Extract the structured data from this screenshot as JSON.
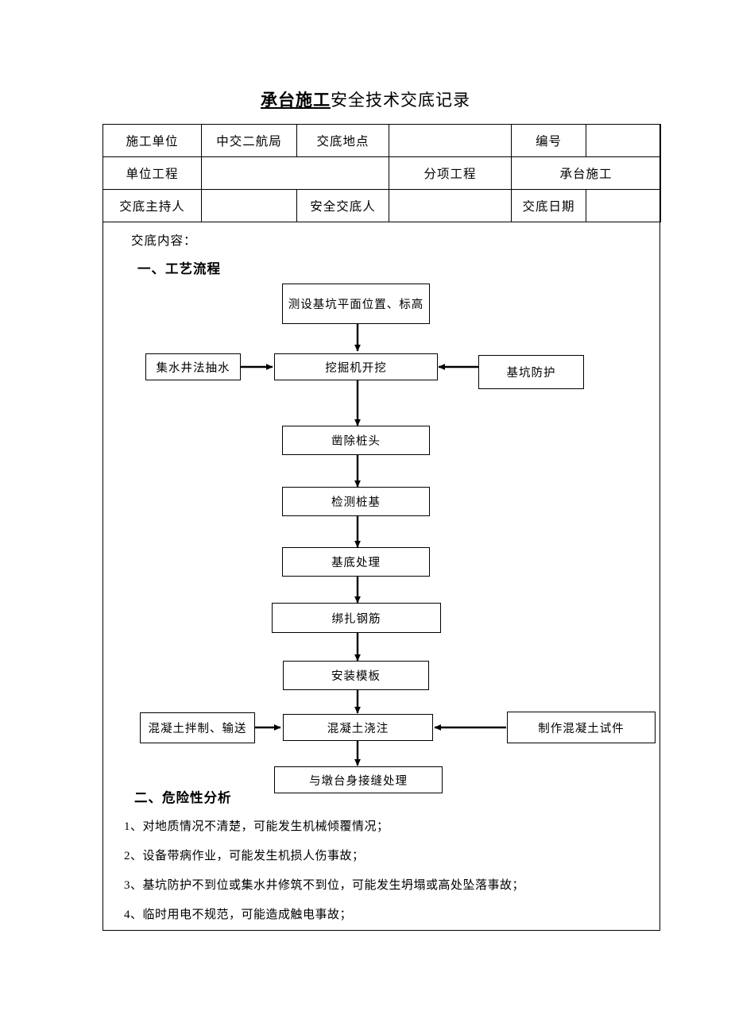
{
  "title": {
    "bold_part": "承台施工",
    "rest_part": "安全技术交底记录"
  },
  "header_table": {
    "row1": {
      "label_unit": "施工单位",
      "value_unit": "中交二航局",
      "label_place": "交底地点",
      "value_place": "",
      "label_number": "编号",
      "value_number": ""
    },
    "row2": {
      "label_project": "单位工程",
      "value_project": "",
      "label_subproject": "分项工程",
      "value_subproject": "承台施工"
    },
    "row3": {
      "label_host": "交底主持人",
      "value_host": "",
      "label_presenter": "安全交底人",
      "value_presenter": "",
      "label_date": "交底日期",
      "value_date": ""
    }
  },
  "content": {
    "lead_label": "交底内容：",
    "section1_title": "一、工艺流程",
    "section2_title": "二、危险性分析",
    "risks": [
      "1、对地质情况不清楚，可能发生机械倾覆情况；",
      "2、设备带病作业，可能发生机损人伤事故；",
      "3、基坑防护不到位或集水井修筑不到位，可能发生坍塌或高处坠落事故；",
      "4、临时用电不规范，可能造成触电事故；"
    ]
  },
  "flowchart": {
    "type": "process-flow",
    "nodes": [
      {
        "id": "n1",
        "label": "测设基坑平面位置、标高"
      },
      {
        "id": "n2",
        "label": "集水井法抽水"
      },
      {
        "id": "n3",
        "label": "挖掘机开挖"
      },
      {
        "id": "n4",
        "label": "基坑防护"
      },
      {
        "id": "n5",
        "label": "凿除桩头"
      },
      {
        "id": "n6",
        "label": "检测桩基"
      },
      {
        "id": "n7",
        "label": "基底处理"
      },
      {
        "id": "n8",
        "label": "绑扎钢筋"
      },
      {
        "id": "n9",
        "label": "安装模板"
      },
      {
        "id": "n10",
        "label": "混凝土拌制、输送"
      },
      {
        "id": "n11",
        "label": "混凝土浇注"
      },
      {
        "id": "n12",
        "label": "制作混凝土试件"
      },
      {
        "id": "n13",
        "label": "与墩台身接缝处理"
      }
    ],
    "edges": [
      {
        "from": "n1",
        "to": "n3"
      },
      {
        "from": "n2",
        "to": "n3"
      },
      {
        "from": "n4",
        "to": "n3"
      },
      {
        "from": "n3",
        "to": "n5"
      },
      {
        "from": "n5",
        "to": "n6"
      },
      {
        "from": "n6",
        "to": "n7"
      },
      {
        "from": "n7",
        "to": "n8"
      },
      {
        "from": "n8",
        "to": "n9"
      },
      {
        "from": "n9",
        "to": "n11"
      },
      {
        "from": "n10",
        "to": "n11"
      },
      {
        "from": "n12",
        "to": "n11"
      },
      {
        "from": "n11",
        "to": "n13"
      }
    ]
  }
}
